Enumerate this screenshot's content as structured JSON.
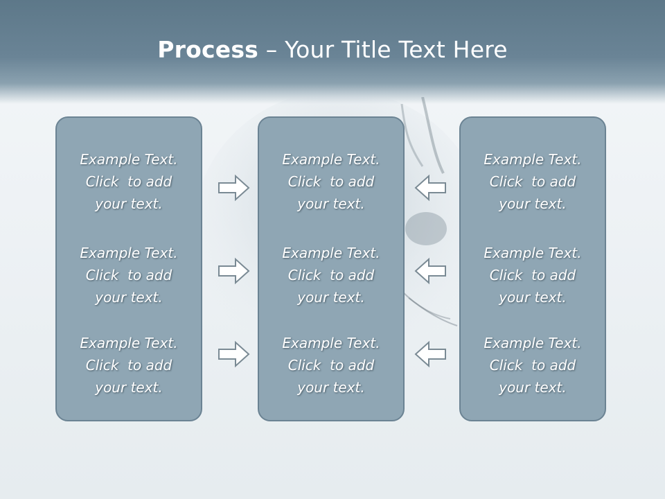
{
  "slide": {
    "title_bold": "Process",
    "title_rest": " – Your Title Text Here"
  },
  "panels": [
    {
      "blocks": [
        {
          "line1": "Example Text.",
          "line2": "Click  to add",
          "line3": "your text."
        },
        {
          "line1": "Example Text.",
          "line2": "Click  to add",
          "line3": "your text."
        },
        {
          "line1": "Example Text.",
          "line2": "Click  to add",
          "line3": "your text."
        }
      ]
    },
    {
      "blocks": [
        {
          "line1": "Example Text.",
          "line2": "Click  to add",
          "line3": "your text."
        },
        {
          "line1": "Example Text.",
          "line2": "Click  to add",
          "line3": "your text."
        },
        {
          "line1": "Example Text.",
          "line2": "Click  to add",
          "line3": "your text."
        }
      ]
    },
    {
      "blocks": [
        {
          "line1": "Example Text.",
          "line2": "Click  to add",
          "line3": "your text."
        },
        {
          "line1": "Example Text.",
          "line2": "Click  to add",
          "line3": "your text."
        },
        {
          "line1": "Example Text.",
          "line2": "Click  to add",
          "line3": "your text."
        }
      ]
    }
  ],
  "arrows": {
    "left_group": "arrow-right-icon",
    "right_group": "arrow-left-icon"
  },
  "colors": {
    "header": "#647e8f",
    "panel_fill": "#8fa6b4",
    "panel_border": "#6b8393",
    "arrow_fill": "#ffffff",
    "arrow_stroke": "#7a8a94"
  }
}
